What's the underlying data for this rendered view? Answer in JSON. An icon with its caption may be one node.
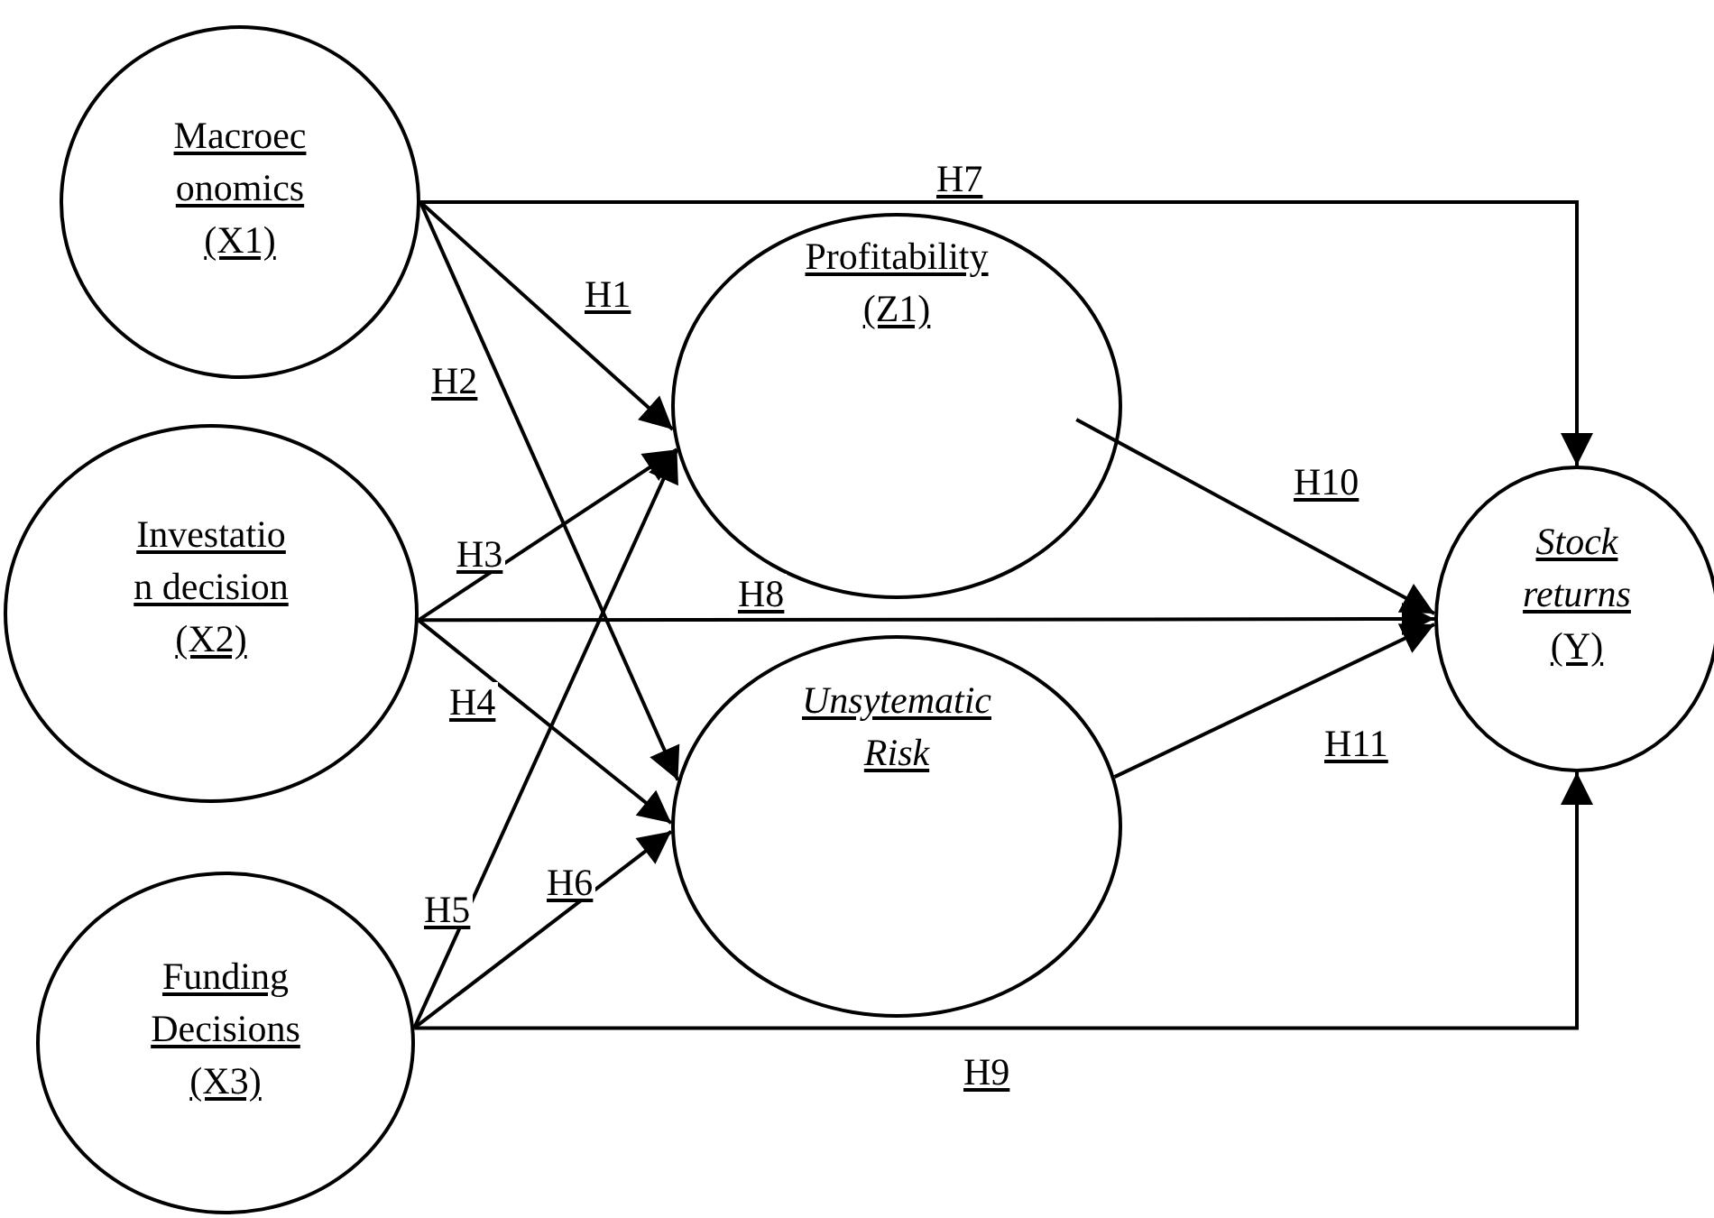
{
  "diagram": {
    "nodes": [
      {
        "text": [
          "Macroec onomics (X1)"
        ]
      },
      {
        "text": [
          "Investatio n decision (X2)"
        ]
      },
      {
        "text": [
          "Funding Decisions (X3)"
        ]
      },
      {
        "text": [
          "Profitability (Z1)"
        ]
      },
      {
        "text": [
          "Unsytematic Risk"
        ]
      },
      {
        "text": [
          "*Stock returns* (Y)"
        ]
      }
    ],
    "edges": [
      {
        "from": 0,
        "to": 3,
        "arrow": "to",
        "label": "H1"
      },
      {
        "from": 0,
        "to": 4,
        "arrow": "to",
        "label": "H2"
      },
      {
        "from": 1,
        "to": 3,
        "arrow": "to",
        "label": "H3"
      },
      {
        "from": 1,
        "to": 4,
        "arrow": "to",
        "label": "H4"
      },
      {
        "from": 2,
        "to": 3,
        "arrow": "to",
        "label": "H5"
      },
      {
        "from": 2,
        "to": 4,
        "arrow": "to",
        "label": "H6"
      },
      {
        "from": 0,
        "to": 5,
        "arrow": "to",
        "label": "H7"
      },
      {
        "from": 1,
        "to": 5,
        "arrow": "to",
        "label": "H8"
      },
      {
        "from": 2,
        "to": 5,
        "arrow": "to",
        "label": "H9"
      },
      {
        "from": 3,
        "to": 5,
        "arrow": "to",
        "label": "H10"
      },
      {
        "from": 4,
        "to": 5,
        "arrow": "to",
        "label": "H11"
      }
    ]
  }
}
